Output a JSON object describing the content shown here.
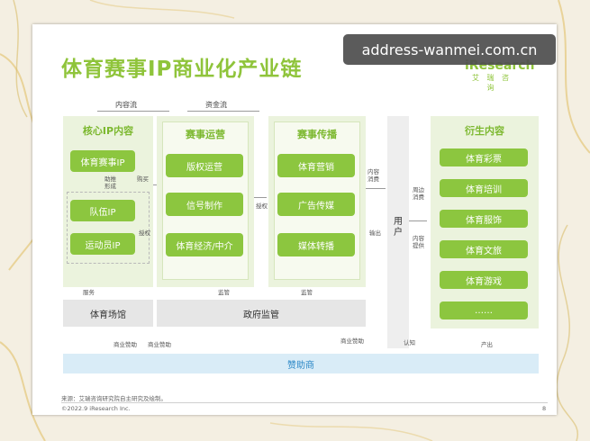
{
  "title": "体育赛事IP商业化产业链",
  "brand": {
    "logo": "iResearch",
    "cn": "艾 瑞 咨 询"
  },
  "watermark": "address-wanmei.com.cn",
  "flows": {
    "content": "内容流",
    "capital": "资金流"
  },
  "core_ip": {
    "title": "核心IP内容",
    "event_ip": "体育赛事IP",
    "assist": "助推\n形成",
    "team_ip": "队伍IP",
    "athlete_ip": "运动员IP"
  },
  "operations": {
    "title": "赛事运营",
    "items": [
      "版权运营",
      "信号制作",
      "体育经济/中介"
    ]
  },
  "broadcast": {
    "title": "赛事传播",
    "items": [
      "体育营销",
      "广告传媒",
      "媒体转播"
    ]
  },
  "derivatives": {
    "title": "衍生内容",
    "items": [
      "体育彩票",
      "体育培训",
      "体育服饰",
      "体育文旅",
      "体育游戏",
      "……"
    ]
  },
  "user": "用户",
  "edges": {
    "purchase": "购买",
    "license1": "授权",
    "license2": "授权",
    "content_consume": "内容\n消费",
    "output": "输出",
    "peripheral_consume": "周边\n消费",
    "content_provide": "内容\n提供",
    "service": "服务",
    "supervise1": "监管",
    "supervise2": "监管",
    "sponsor1": "商业赞助",
    "sponsor2": "商业赞助",
    "sponsor3": "商业赞助",
    "recognize": "认知",
    "output2": "产出"
  },
  "venue": "体育场馆",
  "gov": "政府监管",
  "sponsor": "赞助商",
  "source": "来源：艾瑞咨询研究院自主研究及绘制。",
  "copyright": "©2022.9 iResearch Inc.",
  "page_number": "8"
}
